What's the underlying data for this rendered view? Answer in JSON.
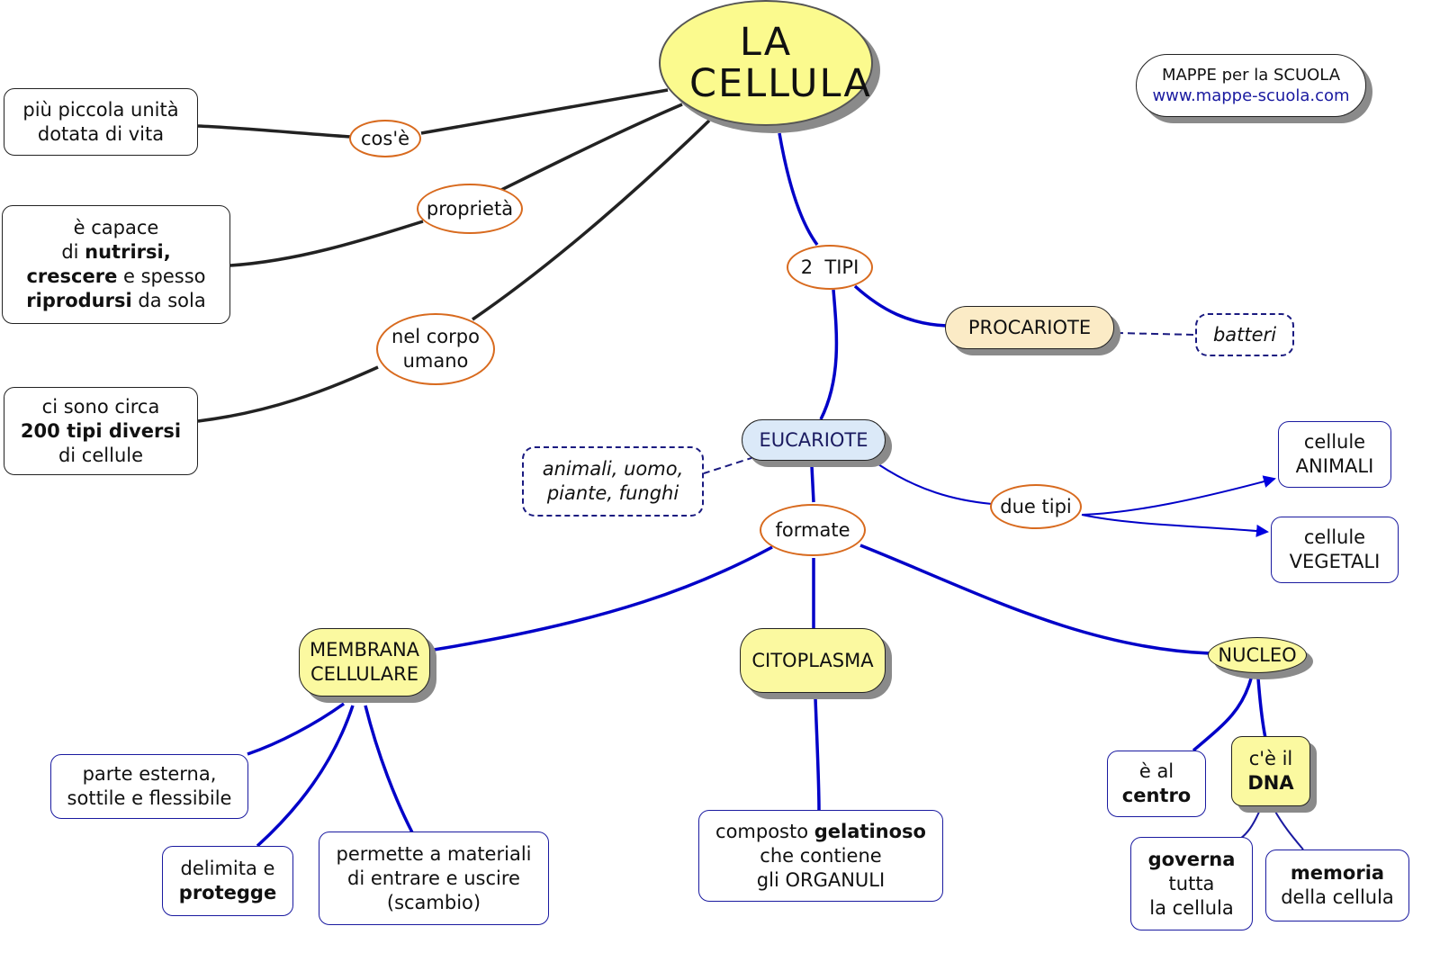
{
  "title": "LA CELLULA",
  "brand": {
    "line1": "MAPPE per la SCUOLA",
    "line2": "www.mappe-scuola.com"
  },
  "colors": {
    "root_fill": "#fbfa8e",
    "concept_fill": "#fbf9a0",
    "procariote_fill": "#fbebc6",
    "eucariote_fill": "#dbe9f8",
    "link_blue": "#0000c8",
    "link_black": "#222222",
    "label_border": "#d86a1e",
    "dashed_blue": "#1a1a80"
  },
  "nodes": {
    "cose": "cos'è",
    "piu_piccola": "più piccola unità\ndotata di vita",
    "proprieta": "proprietà",
    "capace": {
      "l1": "è capace",
      "l2a": "di ",
      "l2b": "nutrirsi,",
      "l3a": "crescere",
      "l3b": " e spesso",
      "l4a": "riprodursi",
      "l4b": " da sola"
    },
    "nel_corpo": "nel corpo\numano",
    "circa": {
      "l1": "ci sono circa",
      "l2": "200 tipi diversi",
      "l3": "di cellule"
    },
    "due_tipi_top": "2  TIPI",
    "procariote": "PROCARIOTE",
    "batteri": "batteri",
    "eucariote": "EUCARIOTE",
    "esempi": "animali, uomo,\npiante, funghi",
    "due_tipi": "due tipi",
    "animali": "cellule\nANIMALI",
    "vegetali": "cellule\nVEGETALI",
    "formate": "formate",
    "membrana": "MEMBRANA\nCELLULARE",
    "citoplasma": "CITOPLASMA",
    "nucleo": "NUCLEO",
    "esterna": "parte esterna,\nsottile e flessibile",
    "delimita": {
      "l1": "delimita e",
      "l2": "protegge"
    },
    "permette": "permette a materiali\ndi entrare e uscire\n(scambio)",
    "composto": {
      "l1a": "composto ",
      "l1b": "gelatinoso",
      "l2": "che contiene",
      "l3": "gli ORGANULI"
    },
    "centro": {
      "l1": "è al",
      "l2": "centro"
    },
    "dna": {
      "l1": "c'è il",
      "l2": "DNA"
    },
    "governa": {
      "l1": "governa",
      "l2": "tutta",
      "l3": "la cellula"
    },
    "memoria": {
      "l1": "memoria",
      "l2": "della cellula"
    }
  }
}
